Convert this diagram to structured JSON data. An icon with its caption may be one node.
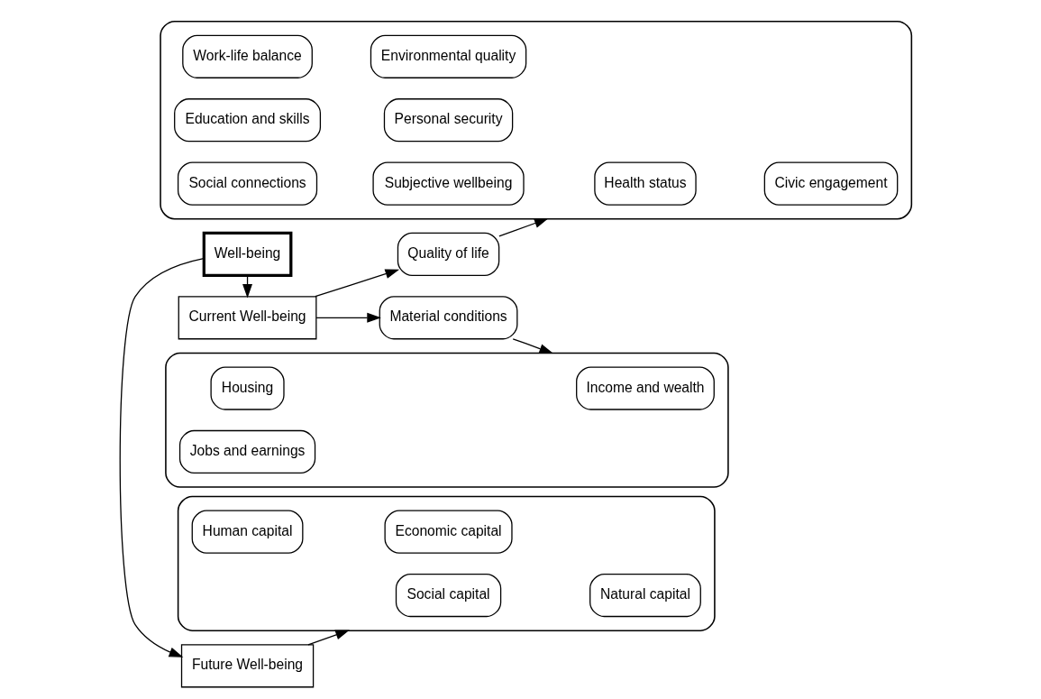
{
  "diagram": {
    "nodes": [
      {
        "text": [
          "Current Well-being"
        ]
      },
      {
        "text": [
          "Quality of life"
        ]
      },
      {
        "text": [],
        "shape": "box"
      },
      {
        "text": [
          "Health status"
        ],
        "in": 2
      },
      {
        "text": [
          "Civic engagement"
        ],
        "in": 2
      },
      {
        "text": [
          "Work-life balance"
        ],
        "in": 2
      },
      {
        "text": [
          "Environmental quality"
        ],
        "in": 2
      },
      {
        "text": [
          "Education and skills"
        ],
        "in": 2
      },
      {
        "text": [
          "Personal security"
        ],
        "in": 2
      },
      {
        "text": [
          "Social connections"
        ],
        "in": 2
      },
      {
        "text": [
          "Subjective wellbeing"
        ],
        "in": 2
      },
      {
        "text": [
          "Material conditions"
        ]
      },
      {
        "text": [],
        "shape": "box"
      },
      {
        "text": [
          "Income and wealth"
        ],
        "in": 12
      },
      {
        "text": [
          "Housing"
        ],
        "in": 12
      },
      {
        "text": [
          "Jobs and earnings"
        ],
        "in": 12
      },
      {
        "text": [
          "Well-being"
        ]
      },
      {
        "text": [
          "Future Well-being"
        ]
      },
      {
        "text": [],
        "shape": "box"
      },
      {
        "text": [
          "Social capital"
        ],
        "in": 18
      },
      {
        "text": [
          "Natural capital"
        ],
        "in": 18
      },
      {
        "text": [
          "Human capital"
        ],
        "in": 18
      },
      {
        "text": [
          "Economic capital"
        ],
        "in": 18
      }
    ],
    "edges": [
      {
        "from": 0,
        "to": 1,
        "arrow": "to"
      },
      {
        "from": 1,
        "to": 2,
        "arrow": "to"
      },
      {
        "from": 0,
        "to": 11,
        "arrow": "to"
      },
      {
        "from": 11,
        "to": 12,
        "arrow": "to"
      },
      {
        "from": 16,
        "to": 0,
        "arrow": "to"
      },
      {
        "from": 16,
        "to": 17,
        "arrow": "to"
      },
      {
        "from": 17,
        "to": 18,
        "arrow": "to"
      }
    ]
  }
}
